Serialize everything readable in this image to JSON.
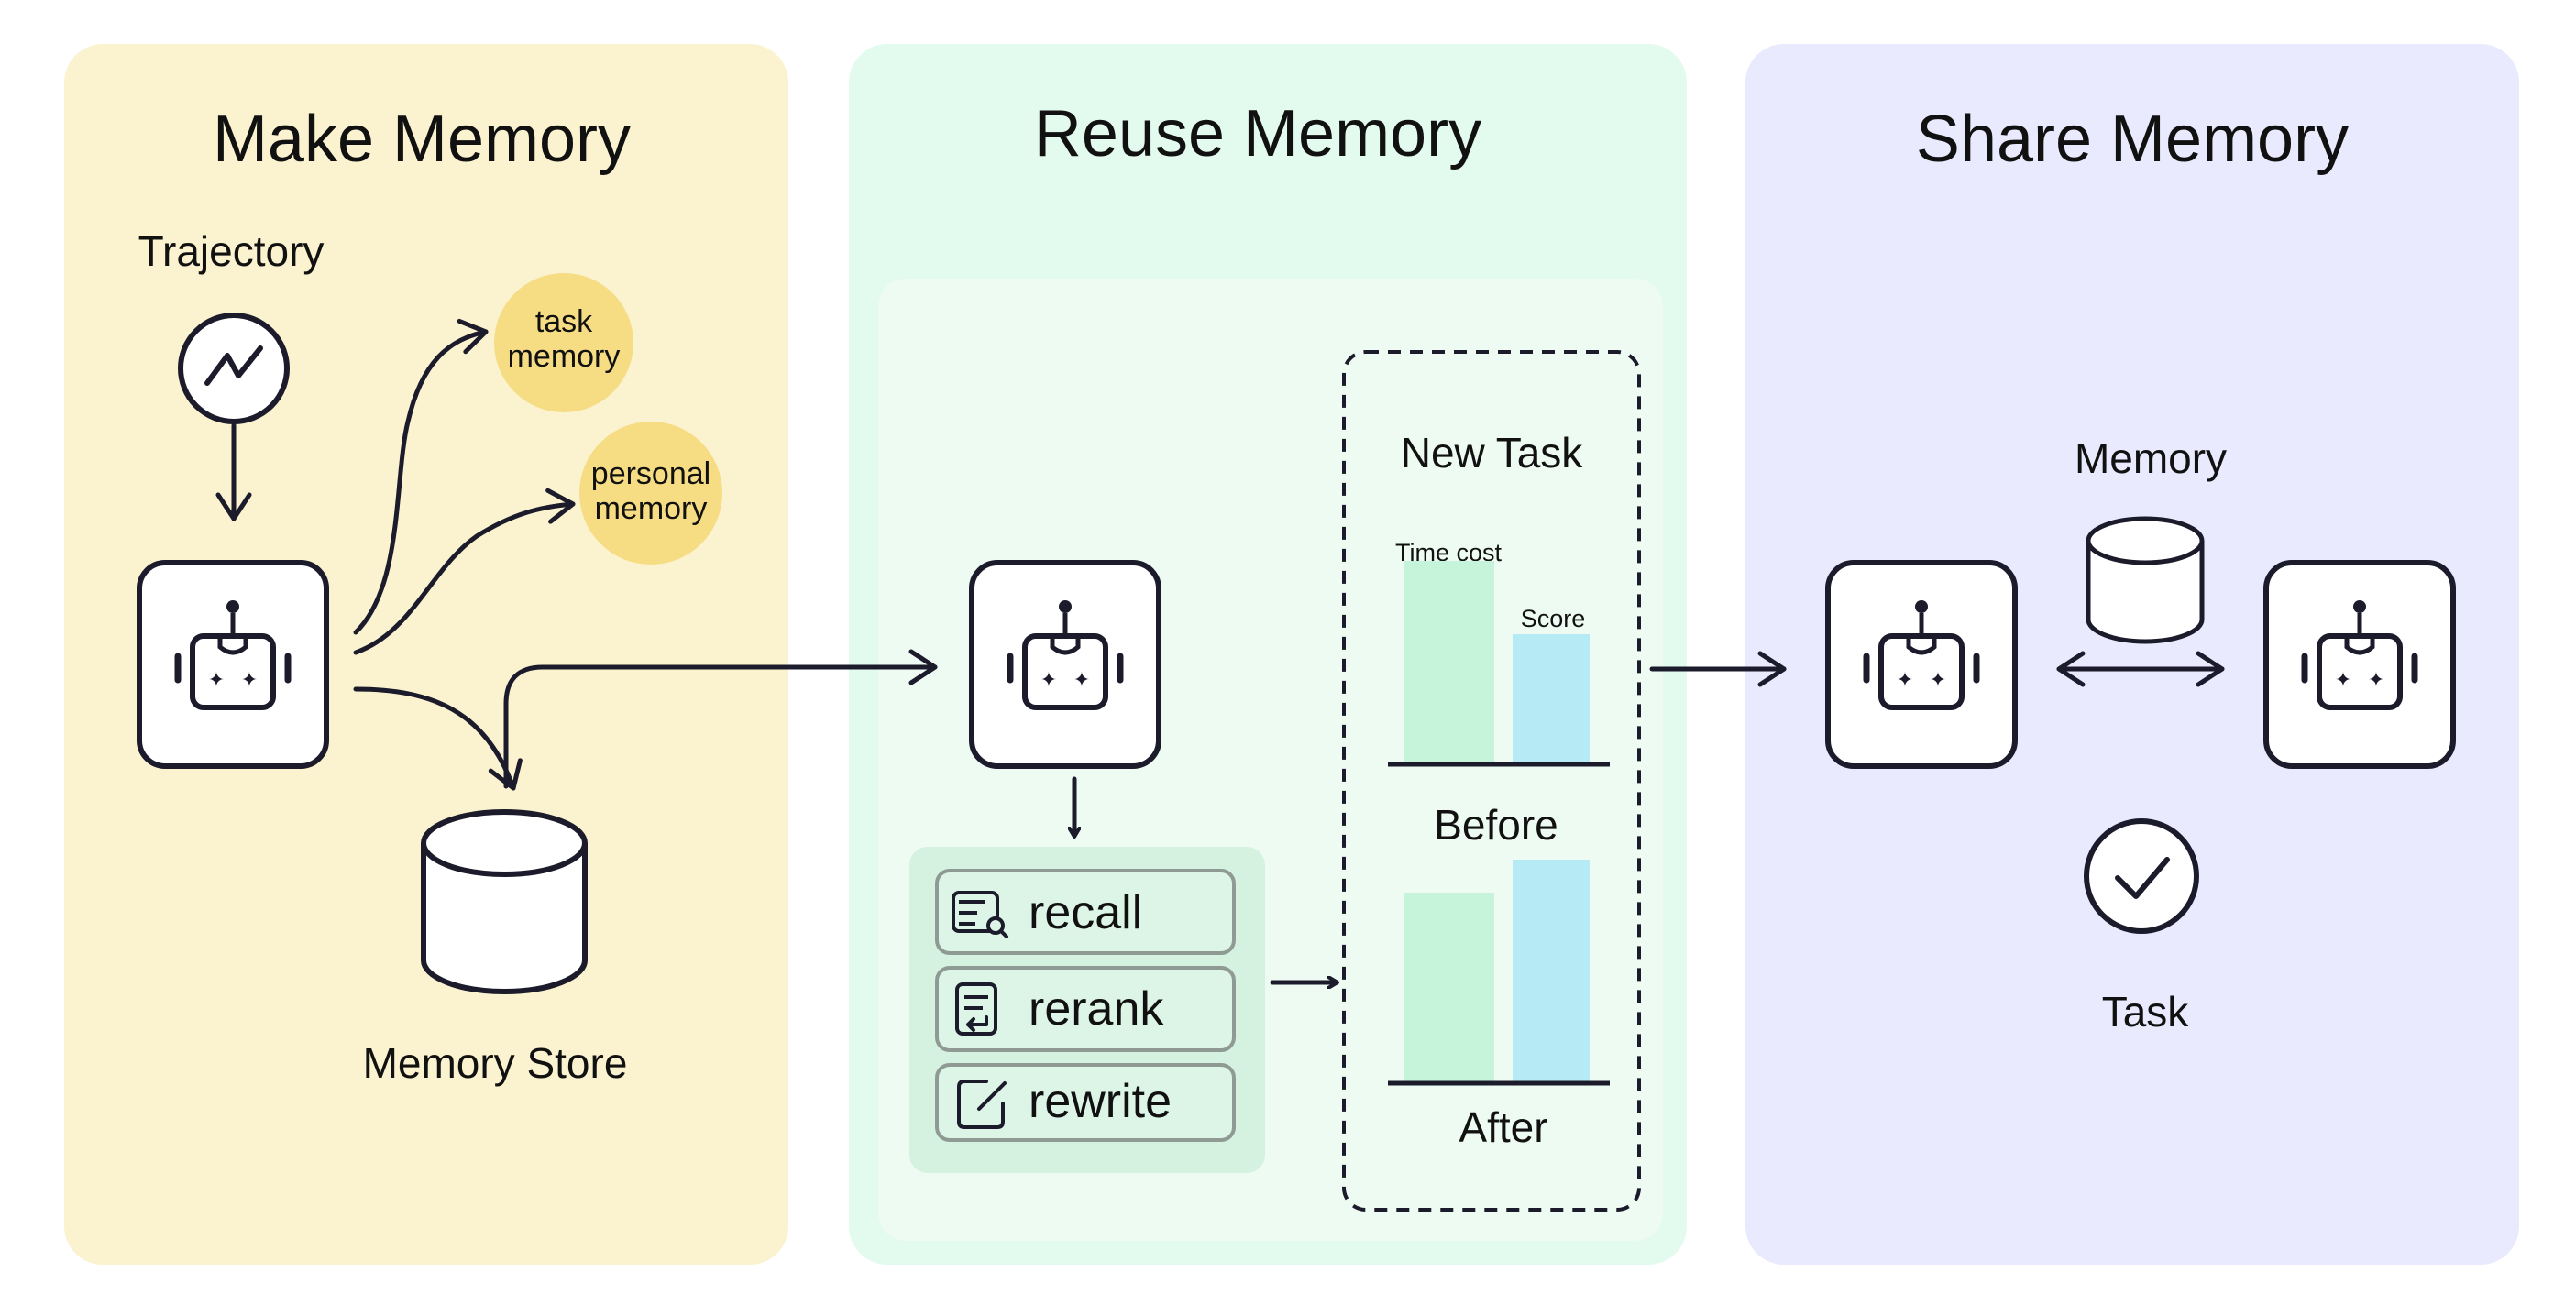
{
  "colors": {
    "make_panel": "#fbf3cf",
    "reuse_panel": "#e3faee",
    "reuse_inner": "#eefbf3",
    "share_panel": "#e9eafd",
    "memory_bubble": "#f6dc83",
    "bar_time": "#c6f4da",
    "bar_score": "#b6ebf5",
    "stroke": "#1b1b2b"
  },
  "make": {
    "title": "Make Memory",
    "trajectory_label": "Trajectory",
    "trajectory_icon": "trend-line-icon",
    "bubble_task_line1": "task",
    "bubble_task_line2": "memory",
    "bubble_personal_line1": "personal",
    "bubble_personal_line2": "memory",
    "agent_icon": "robot-icon",
    "store_icon": "database-icon",
    "store_label": "Memory Store"
  },
  "reuse": {
    "title": "Reuse Memory",
    "agent_icon": "robot-icon",
    "ops": [
      {
        "label": "recall",
        "icon": "search-list-icon"
      },
      {
        "label": "rerank",
        "icon": "document-return-icon"
      },
      {
        "label": "rewrite",
        "icon": "edit-icon"
      }
    ],
    "new_task": {
      "title": "New Task",
      "before_label": "Before",
      "after_label": "After",
      "time_cost_label": "Time cost",
      "score_label": "Score"
    }
  },
  "chart_data": [
    {
      "type": "bar",
      "title": "Before",
      "categories": [
        "Time cost",
        "Score"
      ],
      "values": [
        110,
        70
      ],
      "ylim": [
        0,
        200
      ]
    },
    {
      "type": "bar",
      "title": "After",
      "categories": [
        "Time cost",
        "Score"
      ],
      "values": [
        103,
        121
      ],
      "ylim": [
        0,
        200
      ]
    }
  ],
  "share": {
    "title": "Share Memory",
    "memory_label": "Memory",
    "memory_icon": "database-icon",
    "agent_icon": "robot-icon",
    "task_icon": "check-circle-icon",
    "task_label": "Task"
  }
}
